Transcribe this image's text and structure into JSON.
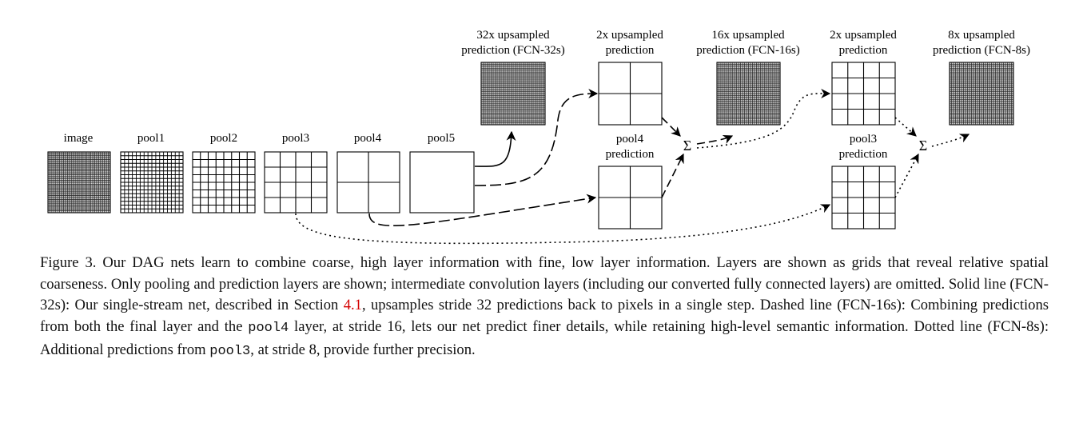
{
  "figure": {
    "layers": [
      {
        "id": "image",
        "label": "image",
        "grid": 32
      },
      {
        "id": "pool1",
        "label": "pool1",
        "grid": 16
      },
      {
        "id": "pool2",
        "label": "pool2",
        "grid": 8
      },
      {
        "id": "pool3",
        "label": "pool3",
        "grid": 4
      },
      {
        "id": "pool4",
        "label": "pool4",
        "grid": 2
      },
      {
        "id": "pool5",
        "label": "pool5",
        "grid": 1
      }
    ],
    "predictions": [
      {
        "id": "pred-32s",
        "label1": "32x upsampled",
        "label2": "prediction (FCN-32s)",
        "grid": 32
      },
      {
        "id": "up2-a",
        "label1": "2x upsampled",
        "label2": "prediction",
        "grid": 2
      },
      {
        "id": "pool4-pred",
        "label1": "pool4",
        "label2": "prediction",
        "grid": 2
      },
      {
        "id": "pred-16s",
        "label1": "16x upsampled",
        "label2": "prediction (FCN-16s)",
        "grid": 32
      },
      {
        "id": "up2-b",
        "label1": "2x upsampled",
        "label2": "prediction",
        "grid": 4
      },
      {
        "id": "pool3-pred",
        "label1": "pool3",
        "label2": "prediction",
        "grid": 4
      },
      {
        "id": "pred-8s",
        "label1": "8x upsampled",
        "label2": "prediction (FCN-8s)",
        "grid": 32
      }
    ],
    "sum_symbol": "Σ"
  },
  "caption": {
    "prefix": "Figure 3.  Our DAG nets learn to combine coarse, high layer information with fine, low layer information. Layers are shown as grids that reveal relative spatial coarseness. Only pooling and prediction layers are shown; intermediate convolution layers (including our converted fully connected layers) are omitted. Solid line (FCN-32s): Our single-stream net, described in Section ",
    "section_ref": "4.1",
    "mid1": ", upsamples stride 32 predictions back to pixels in a single step. Dashed line (FCN-16s): Combining predictions from both the final layer and the ",
    "code1": "pool4",
    "mid2": " layer, at stride 16, lets our net predict finer details, while retaining high-level semantic information. Dotted line (FCN-8s): Additional predictions from ",
    "code2": "pool3",
    "suffix": ", at stride 8, provide further precision."
  }
}
